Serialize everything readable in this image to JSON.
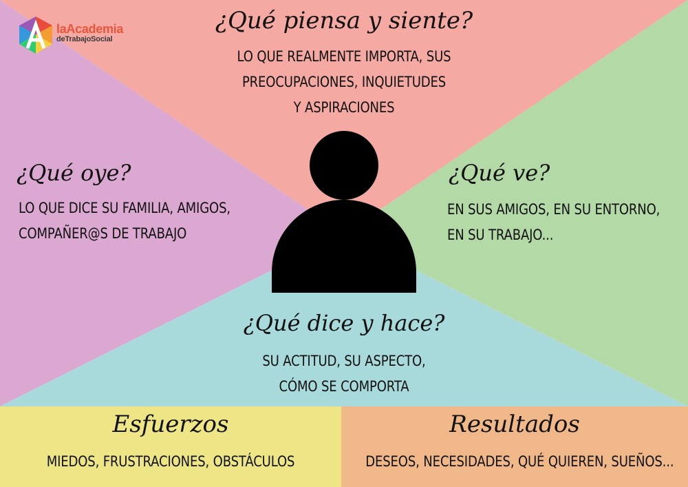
{
  "logo": {
    "line1": "laAcademia",
    "line2": "deTrabajoSocial"
  },
  "sections": {
    "think_feel": {
      "title": "¿Qué piensa y siente?",
      "lines": [
        "LO QUE REALMENTE IMPORTA, SUS",
        "PREOCUPACIONES, INQUIETUDES",
        "Y ASPIRACIONES"
      ],
      "color": "#f4a9a2"
    },
    "hear": {
      "title": "¿Qué oye?",
      "lines": [
        "LO QUE DICE SU FAMILIA, AMIGOS,",
        "COMPAÑER@S DE TRABAJO"
      ],
      "color": "#dba8d1"
    },
    "see": {
      "title": "¿Qué ve?",
      "lines": [
        "EN SUS AMIGOS, EN SU ENTORNO,",
        "EN SU TRABAJO..."
      ],
      "color": "#b3d9a6"
    },
    "say_do": {
      "title": "¿Qué dice y hace?",
      "lines": [
        "SU ACTITUD, SU ASPECTO,",
        "CÓMO SE COMPORTA"
      ],
      "color": "#a9dadb"
    },
    "efforts": {
      "title": "Esfuerzos",
      "lines": [
        "MIEDOS, FRUSTRACIONES, OBSTÁCULOS"
      ],
      "color": "#eee586"
    },
    "results": {
      "title": "Resultados",
      "lines": [
        "DESEOS, NECESIDADES, QUÉ QUIEREN, SUEÑOS..."
      ],
      "color": "#f0b888"
    }
  },
  "icons": {
    "center": "person-silhouette-icon",
    "logo": "academy-logo-icon"
  }
}
